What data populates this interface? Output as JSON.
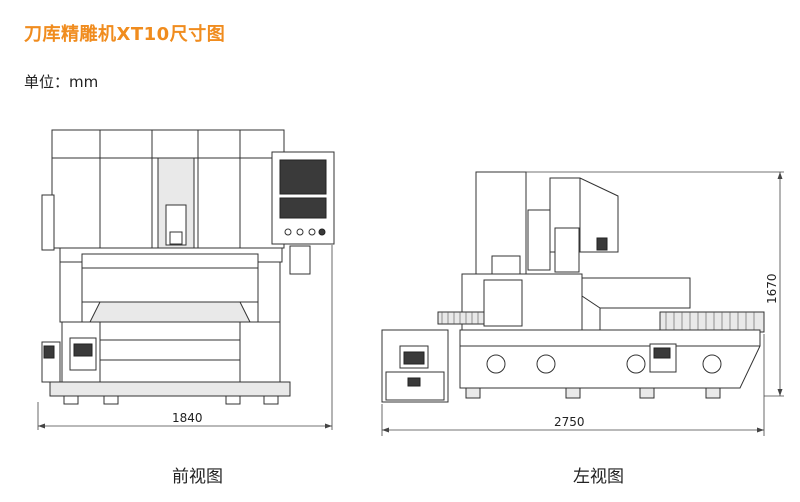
{
  "title": "刀库精雕机XT10尺寸图",
  "unit_label": "单位：mm",
  "front_view": {
    "caption": "前视图",
    "width_dim": "1840"
  },
  "side_view": {
    "caption": "左视图",
    "width_dim": "2750",
    "height_dim": "1670"
  }
}
